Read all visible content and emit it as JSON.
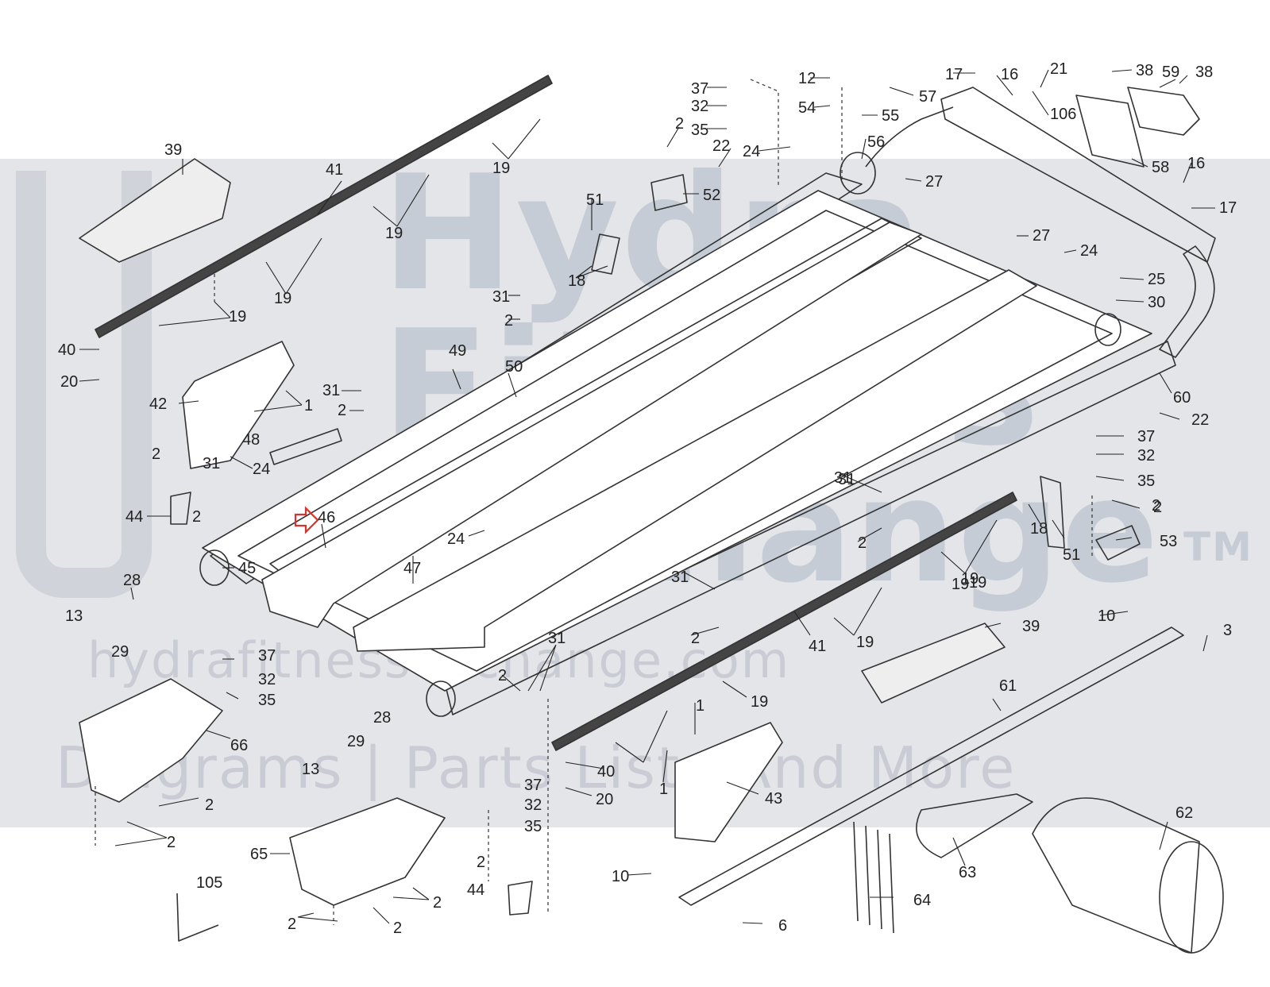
{
  "watermark": {
    "line1": "Hydra",
    "line2": "Fitness",
    "line3": "Exchange",
    "tm": "TM",
    "url": "hydrafitnessexchange.com",
    "tagline": "Diagrams | Parts Lists And More"
  },
  "highlight_color": "#d9342b",
  "callouts": [
    {
      "id": "c1",
      "text": "39"
    },
    {
      "id": "c2",
      "text": "41"
    },
    {
      "id": "c3",
      "text": "19"
    },
    {
      "id": "c4",
      "text": "19"
    },
    {
      "id": "c5",
      "text": "19"
    },
    {
      "id": "c6",
      "text": "19"
    },
    {
      "id": "c7",
      "text": "40"
    },
    {
      "id": "c8",
      "text": "20"
    },
    {
      "id": "c9",
      "text": "42"
    },
    {
      "id": "c10",
      "text": "1"
    },
    {
      "id": "c11",
      "text": "31"
    },
    {
      "id": "c12",
      "text": "2"
    },
    {
      "id": "c13",
      "text": "49"
    },
    {
      "id": "c14",
      "text": "50"
    },
    {
      "id": "c15",
      "text": "48"
    },
    {
      "id": "c16",
      "text": "2"
    },
    {
      "id": "c17",
      "text": "31"
    },
    {
      "id": "c18",
      "text": "24"
    },
    {
      "id": "c19",
      "text": "44"
    },
    {
      "id": "c20",
      "text": "2"
    },
    {
      "id": "c21",
      "text": "46"
    },
    {
      "id": "c22",
      "text": "45"
    },
    {
      "id": "c23",
      "text": "28"
    },
    {
      "id": "c24",
      "text": "13"
    },
    {
      "id": "c25",
      "text": "29"
    },
    {
      "id": "c26",
      "text": "37"
    },
    {
      "id": "c27",
      "text": "32"
    },
    {
      "id": "c28",
      "text": "35"
    },
    {
      "id": "c29",
      "text": "66"
    },
    {
      "id": "c30",
      "text": "2"
    },
    {
      "id": "c31",
      "text": "2"
    },
    {
      "id": "c32",
      "text": "105"
    },
    {
      "id": "c33",
      "text": "65"
    },
    {
      "id": "c34",
      "text": "2"
    },
    {
      "id": "c35",
      "text": "2"
    },
    {
      "id": "c36",
      "text": "2"
    },
    {
      "id": "c37",
      "text": "28"
    },
    {
      "id": "c38",
      "text": "29"
    },
    {
      "id": "c39",
      "text": "13"
    },
    {
      "id": "c40",
      "text": "37"
    },
    {
      "id": "c41",
      "text": "32"
    },
    {
      "id": "c42",
      "text": "35"
    },
    {
      "id": "c43",
      "text": "2"
    },
    {
      "id": "c44",
      "text": "44"
    },
    {
      "id": "c45",
      "text": "47"
    },
    {
      "id": "c46",
      "text": "24"
    },
    {
      "id": "c47",
      "text": "31"
    },
    {
      "id": "c48",
      "text": "2"
    },
    {
      "id": "c49",
      "text": "31"
    },
    {
      "id": "c50",
      "text": "2"
    },
    {
      "id": "c51",
      "text": "31"
    },
    {
      "id": "c52",
      "text": "2"
    },
    {
      "id": "c53",
      "text": "19"
    },
    {
      "id": "c54",
      "text": "41"
    },
    {
      "id": "c55",
      "text": "19"
    },
    {
      "id": "c56",
      "text": "19"
    },
    {
      "id": "c57",
      "text": "1"
    },
    {
      "id": "c58",
      "text": "1"
    },
    {
      "id": "c59",
      "text": "40"
    },
    {
      "id": "c60",
      "text": "20"
    },
    {
      "id": "c61",
      "text": "43"
    },
    {
      "id": "c62",
      "text": "10"
    },
    {
      "id": "c63",
      "text": "6"
    },
    {
      "id": "c64",
      "text": "64"
    },
    {
      "id": "c65",
      "text": "63"
    },
    {
      "id": "c66",
      "text": "62"
    },
    {
      "id": "c67",
      "text": "61"
    },
    {
      "id": "c68",
      "text": "10"
    },
    {
      "id": "c69",
      "text": "3"
    },
    {
      "id": "c70",
      "text": "39"
    },
    {
      "id": "c71",
      "text": "19"
    },
    {
      "id": "c72",
      "text": "2"
    },
    {
      "id": "c73",
      "text": "19"
    },
    {
      "id": "c74",
      "text": "31"
    },
    {
      "id": "c75",
      "text": "18"
    },
    {
      "id": "c76",
      "text": "51"
    },
    {
      "id": "c77",
      "text": "2"
    },
    {
      "id": "c78",
      "text": "53"
    },
    {
      "id": "c79",
      "text": "35"
    },
    {
      "id": "c80",
      "text": "32"
    },
    {
      "id": "c81",
      "text": "37"
    },
    {
      "id": "c82",
      "text": "22"
    },
    {
      "id": "c83",
      "text": "60"
    },
    {
      "id": "c84",
      "text": "30"
    },
    {
      "id": "c85",
      "text": "25"
    },
    {
      "id": "c86",
      "text": "24"
    },
    {
      "id": "c87",
      "text": "27"
    },
    {
      "id": "c88",
      "text": "17"
    },
    {
      "id": "c89",
      "text": "16"
    },
    {
      "id": "c90",
      "text": "58"
    },
    {
      "id": "c91",
      "text": "38"
    },
    {
      "id": "c92",
      "text": "59"
    },
    {
      "id": "c93",
      "text": "38"
    },
    {
      "id": "c94",
      "text": "106"
    },
    {
      "id": "c95",
      "text": "21"
    },
    {
      "id": "c96",
      "text": "16"
    },
    {
      "id": "c97",
      "text": "17"
    },
    {
      "id": "c98",
      "text": "57"
    },
    {
      "id": "c99",
      "text": "55"
    },
    {
      "id": "c100",
      "text": "54"
    },
    {
      "id": "c101",
      "text": "12"
    },
    {
      "id": "c102",
      "text": "56"
    },
    {
      "id": "c103",
      "text": "27"
    },
    {
      "id": "c104",
      "text": "37"
    },
    {
      "id": "c105",
      "text": "32"
    },
    {
      "id": "c106",
      "text": "35"
    },
    {
      "id": "c107",
      "text": "2"
    },
    {
      "id": "c108",
      "text": "22"
    },
    {
      "id": "c109",
      "text": "24"
    },
    {
      "id": "c110",
      "text": "52"
    },
    {
      "id": "c111",
      "text": "51"
    },
    {
      "id": "c112",
      "text": "18"
    },
    {
      "id": "c113",
      "text": "31"
    },
    {
      "id": "c114",
      "text": "2"
    }
  ]
}
